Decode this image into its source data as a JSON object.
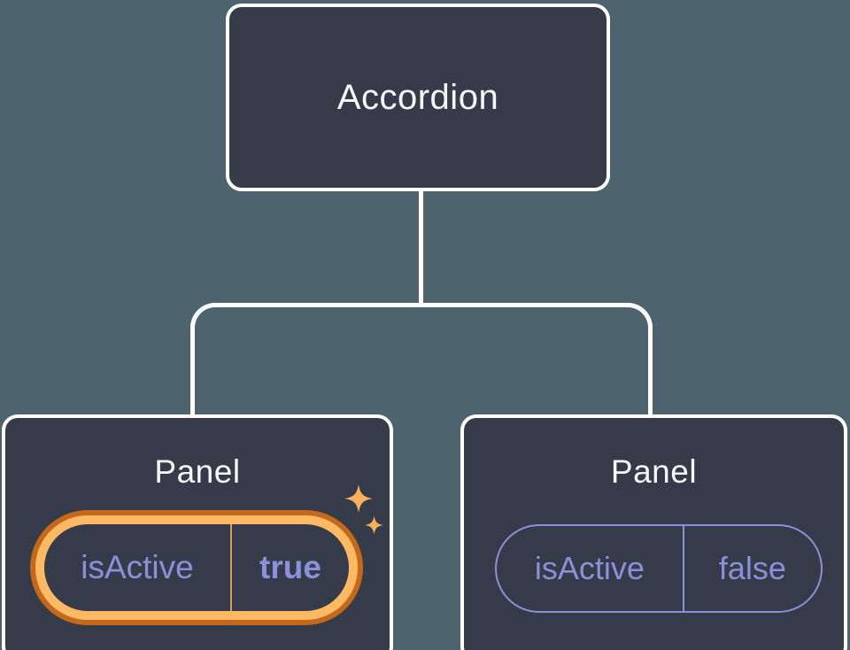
{
  "tree": {
    "root": {
      "label": "Accordion"
    },
    "children": [
      {
        "label": "Panel",
        "prop_name": "isActive",
        "prop_value": "true",
        "highlighted": true
      },
      {
        "label": "Panel",
        "prop_name": "isActive",
        "prop_value": "false",
        "highlighted": false
      }
    ]
  },
  "icons": {
    "highlight": "sparkles-icon"
  },
  "colors": {
    "background": "#4D646E",
    "node_fill": "#353B48",
    "node_border": "#FFFFFF",
    "connector_line": "#FFFFFF",
    "text_primary": "#F6F7F9",
    "accent_purple": "#8A90D9",
    "highlight_ring_outer": "#C4691B",
    "highlight_ring_inner": "#FDB964",
    "highlight_divider": "#DC9C4A",
    "sparkle": "#F9B15C"
  }
}
